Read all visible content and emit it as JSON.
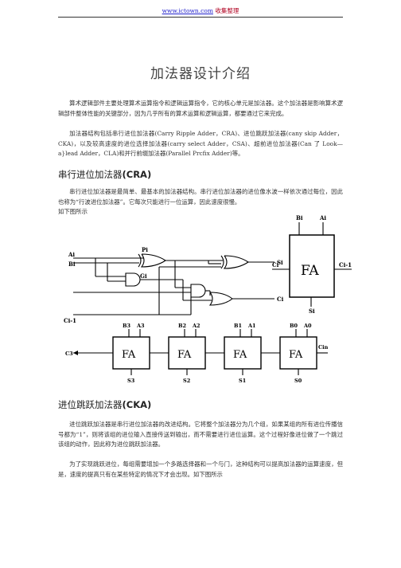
{
  "header": {
    "link": "www.ictown.com",
    "tail": " 收集整理"
  },
  "title": "加法器设计介绍",
  "intro": {
    "p1": "算术逻辑部件主要处理算术运算指令和逻辑运算指令，它的核心单元是加法器。这个加法器是影响算术逻辑部件整体性能的关键部分，因为几乎所有的算术运算和逻辑运算，都要通过它来完成。",
    "p2": "加法器结构包括串行进位加法器(Carry Ripple Adder，CRA)、进位跳跃加法器(cany skip Adder，CKA)，以及较高速度的进位选择加法器(carry select Adder，CSA)、超前进位加法器(Can 了 Look—a}lead Adder，CLA)和并行前缀加法器(Parallel Prcfix Adder)等。"
  },
  "cra": {
    "heading_cn": "串行进位加法器",
    "heading_en": "(CRA)",
    "p1": "串行进位加法器是最简单、最基本的加法器结构。串行进位加法器的进位像水波一样依次通过每位，因此也称为“行波进位加法器”。它每次只能进行一位运算，因此速度很慢。",
    "p2": "如下图所示"
  },
  "figure": {
    "gate": {
      "ai": "Ai",
      "bi": "Bi",
      "pi": "Pi",
      "gi": "Gi",
      "si": "Si",
      "ci": "Ci",
      "cin": "Ci-1"
    },
    "fa_big": {
      "label": "FA",
      "bi": "Bi",
      "ai": "Ai",
      "ci": "Ci",
      "cout": "Ci-1",
      "si": "Si"
    },
    "chain": {
      "blocks": [
        {
          "label": "FA",
          "b": "B3",
          "a": "A3",
          "s": "S3"
        },
        {
          "label": "FA",
          "b": "B2",
          "a": "A2",
          "s": "S2"
        },
        {
          "label": "FA",
          "b": "B1",
          "a": "A1",
          "s": "S1"
        },
        {
          "label": "FA",
          "b": "B0",
          "a": "A0",
          "s": "S0"
        }
      ],
      "cout": "C3",
      "cin": "Cin"
    }
  },
  "cka": {
    "heading_cn": "进位跳跃加法器",
    "heading_en": "(CKA)",
    "p1": "进位跳跃加法器是串行进位加法器的改进结构。它将整个加法器分为几个组，如果某组的所有进位传播信号都为“1”，则将该组的进位输入直接传送到输出，而不需要进行进位运算。这个过程好像进位做了一个跳过该组的动作，因此称为进位跳跃加法器。",
    "p2": "为了实现跳跃进位，每组需要增加一个多路选择器和一个与门，这种结构可以提高加法器的运算速度，但是，速度的提高只有在某些特定的情况下才会出现。如下图所示"
  }
}
